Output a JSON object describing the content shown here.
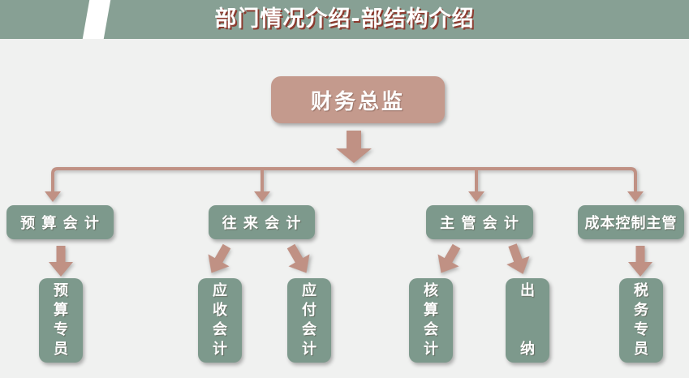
{
  "header": {
    "title": "部门情况介绍-部结构介绍"
  },
  "colors": {
    "header_green": "#87a094",
    "canvas_gray": "#f0f1f0",
    "node_green": "#7d998c",
    "node_rose": "#c49a8d",
    "connector_rose": "#c09184",
    "title_shadow_red": "#8b3a2e",
    "text_white": "#ffffff"
  },
  "org": {
    "root": {
      "label": "财务总监"
    },
    "level2": [
      {
        "label": "预 算 会 计",
        "children": [
          "预算专员"
        ]
      },
      {
        "label": "往 来 会 计",
        "children": [
          "应收会计",
          "应付会计"
        ]
      },
      {
        "label": "主 管 会 计",
        "children": [
          "核算会计",
          "出纳"
        ]
      },
      {
        "label": "成本控制主管",
        "children": [
          "税务专员"
        ]
      }
    ],
    "level3": [
      {
        "label": "预\n算\n专\n员"
      },
      {
        "label": "应\n收\n会\n计"
      },
      {
        "label": "应\n付\n会\n计"
      },
      {
        "label": "核\n算\n会\n计"
      },
      {
        "label": "出\n\n\n纳"
      },
      {
        "label": "税\n务\n专\n员"
      }
    ]
  }
}
